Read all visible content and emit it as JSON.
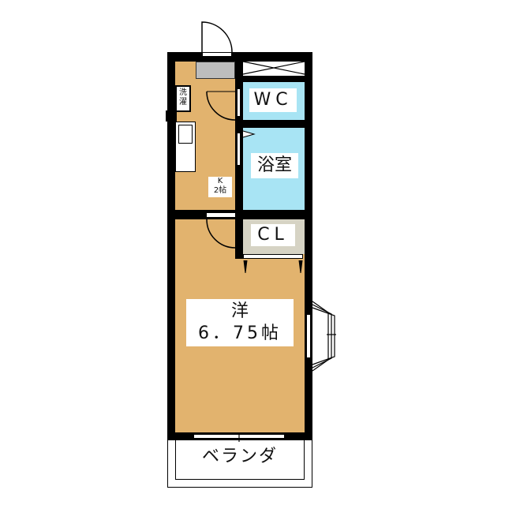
{
  "floor_plan": {
    "colors": {
      "wall": "#000000",
      "floor_wood": "#e2b36e",
      "wet_area": "#a8e4f4",
      "storage": "#d6d3c4",
      "entrance": "#bdbdbd",
      "background": "#ffffff"
    },
    "rooms": {
      "washer": {
        "label_line1": "洗",
        "label_line2": "濯"
      },
      "kitchen": {
        "label_line1": "K",
        "label_line2": "2帖"
      },
      "toilet": {
        "label": "WC"
      },
      "bathroom": {
        "label": "浴室"
      },
      "closet": {
        "label": "CL"
      },
      "western_room": {
        "label_line1": "洋",
        "label_line2": "6．75帖"
      },
      "balcony": {
        "label": "ベランダ"
      }
    }
  }
}
